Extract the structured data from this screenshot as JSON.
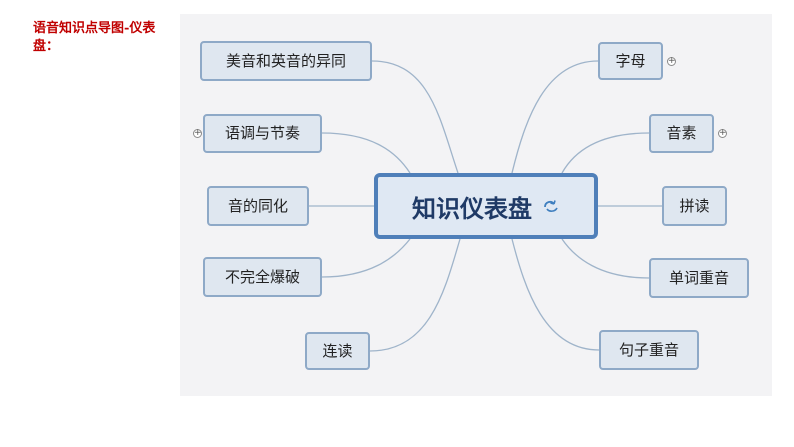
{
  "caption": "语音知识点导图-仪表盘：",
  "center": {
    "label": "知识仪表盘",
    "icon": "refresh-swirl-icon"
  },
  "left_nodes": [
    {
      "label": "美音和英音的异同"
    },
    {
      "label": "语调与节奏",
      "expandable": true
    },
    {
      "label": "音的同化"
    },
    {
      "label": "不完全爆破"
    },
    {
      "label": "连读"
    }
  ],
  "right_nodes": [
    {
      "label": "字母",
      "expandable": true
    },
    {
      "label": "音素",
      "expandable": true
    },
    {
      "label": "拼读"
    },
    {
      "label": "单词重音"
    },
    {
      "label": "句子重音"
    }
  ],
  "expand_symbol": "+",
  "colors": {
    "node_fill": "#dfe7f0",
    "node_border": "#8ea9c7",
    "center_border": "#4f7fb9",
    "link": "#9fb4ca",
    "caption": "#c00000"
  }
}
